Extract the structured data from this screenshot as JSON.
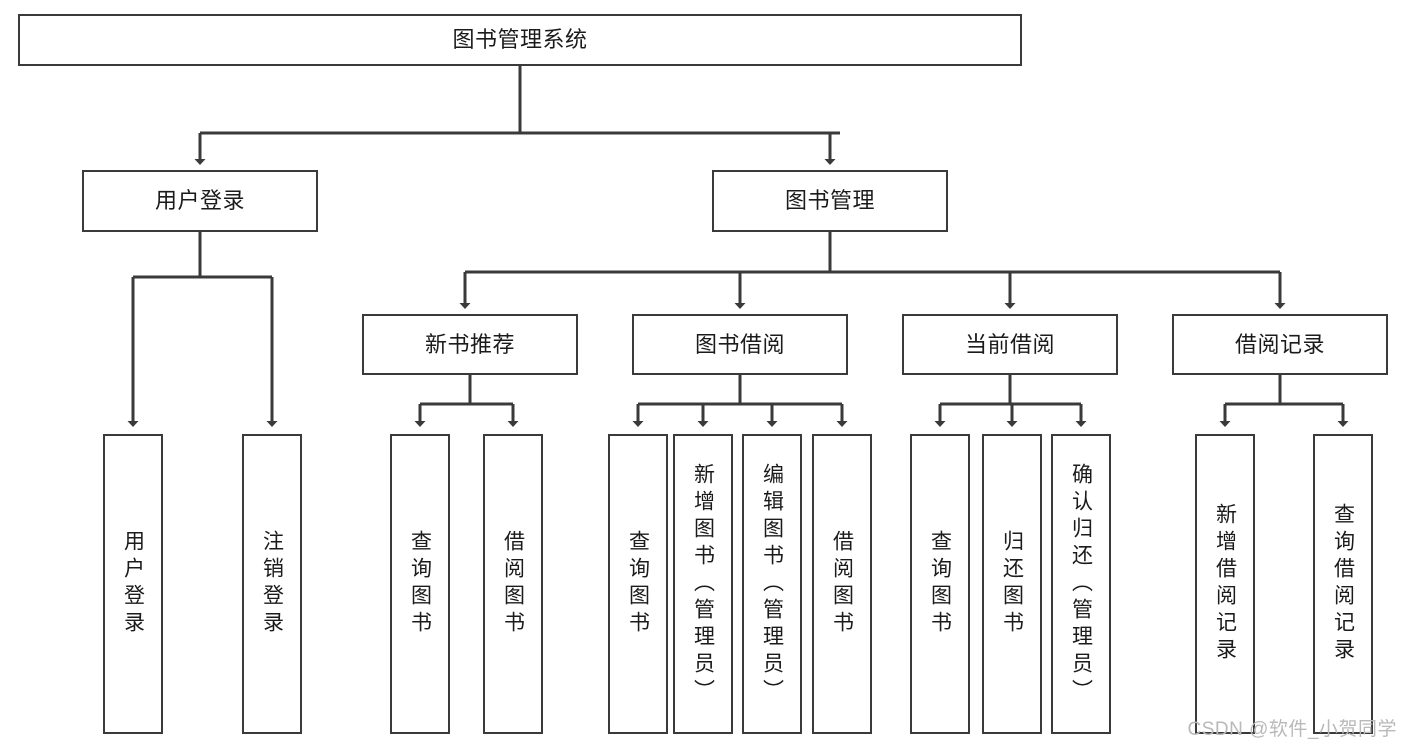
{
  "diagram": {
    "title": "图书管理系统",
    "type": "tree-hierarchy-diagram",
    "root": {
      "label": "图书管理系统"
    },
    "level1": [
      {
        "label": "用户登录"
      },
      {
        "label": "图书管理"
      }
    ],
    "level2": [
      {
        "label": "新书推荐"
      },
      {
        "label": "图书借阅"
      },
      {
        "label": "当前借阅"
      },
      {
        "label": "借阅记录"
      }
    ],
    "leaves": [
      {
        "label": "用户登录"
      },
      {
        "label": "注销登录"
      },
      {
        "label": "查询图书"
      },
      {
        "label": "借阅图书"
      },
      {
        "label": "查询图书"
      },
      {
        "label": "新增图书（管理员）"
      },
      {
        "label": "编辑图书（管理员）"
      },
      {
        "label": "借阅图书"
      },
      {
        "label": "查询图书"
      },
      {
        "label": "归还图书"
      },
      {
        "label": "确认归还（管理员）"
      },
      {
        "label": "新增借阅记录"
      },
      {
        "label": "查询借阅记录"
      }
    ]
  },
  "watermark": {
    "text": "CSDN @软件_小贺同学"
  },
  "colors": {
    "stroke": "#3a3a3a",
    "fill": "#ffffff",
    "text": "#1b1b1b",
    "watermark": "#b9b9b9"
  }
}
